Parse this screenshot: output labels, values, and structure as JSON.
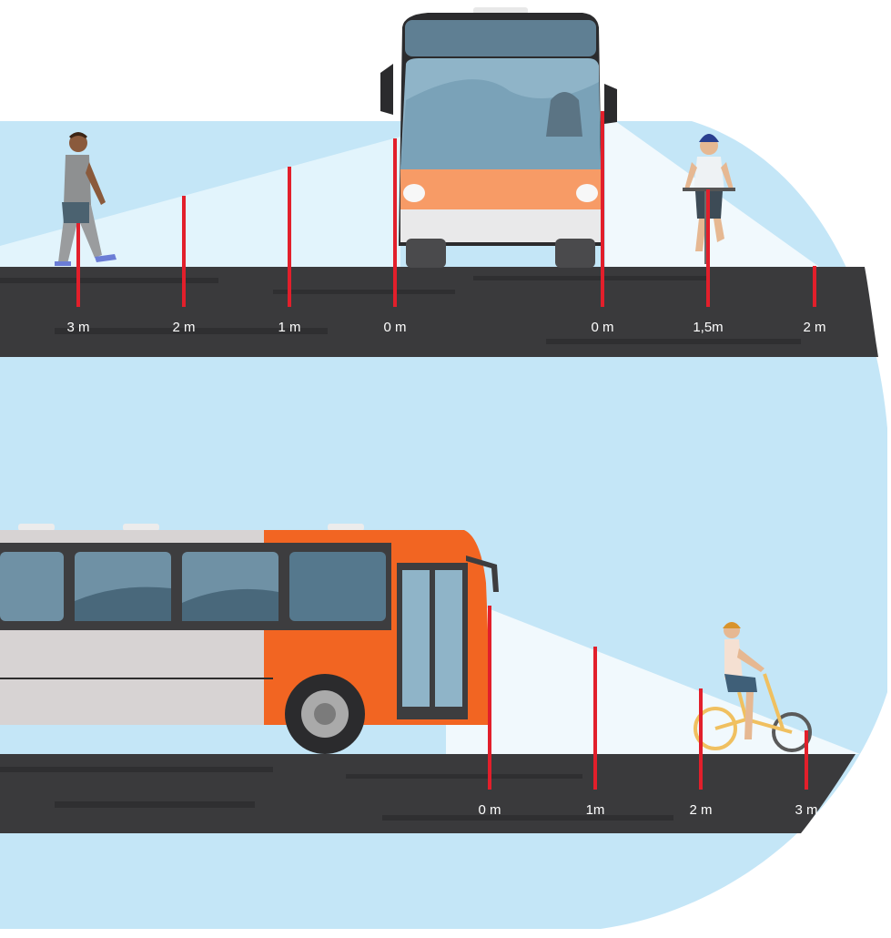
{
  "front_view": {
    "left_markers": [
      {
        "label": "3 m"
      },
      {
        "label": "2 m"
      },
      {
        "label": "1 m"
      },
      {
        "label": "0 m"
      }
    ],
    "right_markers": [
      {
        "label": "0 m"
      },
      {
        "label": "1,5m"
      },
      {
        "label": "2 m"
      }
    ],
    "figures": [
      "pedestrian",
      "cyclist",
      "bus-front"
    ]
  },
  "side_view": {
    "markers": [
      {
        "label": "0 m"
      },
      {
        "label": "1m"
      },
      {
        "label": "2 m"
      },
      {
        "label": "3 m"
      }
    ],
    "figures": [
      "bus-side",
      "cyclist"
    ]
  },
  "colors": {
    "sky_zone": "#c4e6f7",
    "road": "#3a3a3c",
    "marker": "#e21f2b",
    "bus_orange": "#f26522",
    "bus_grey": "#d7d3d3",
    "visibility_cone": "#f3fafd"
  }
}
